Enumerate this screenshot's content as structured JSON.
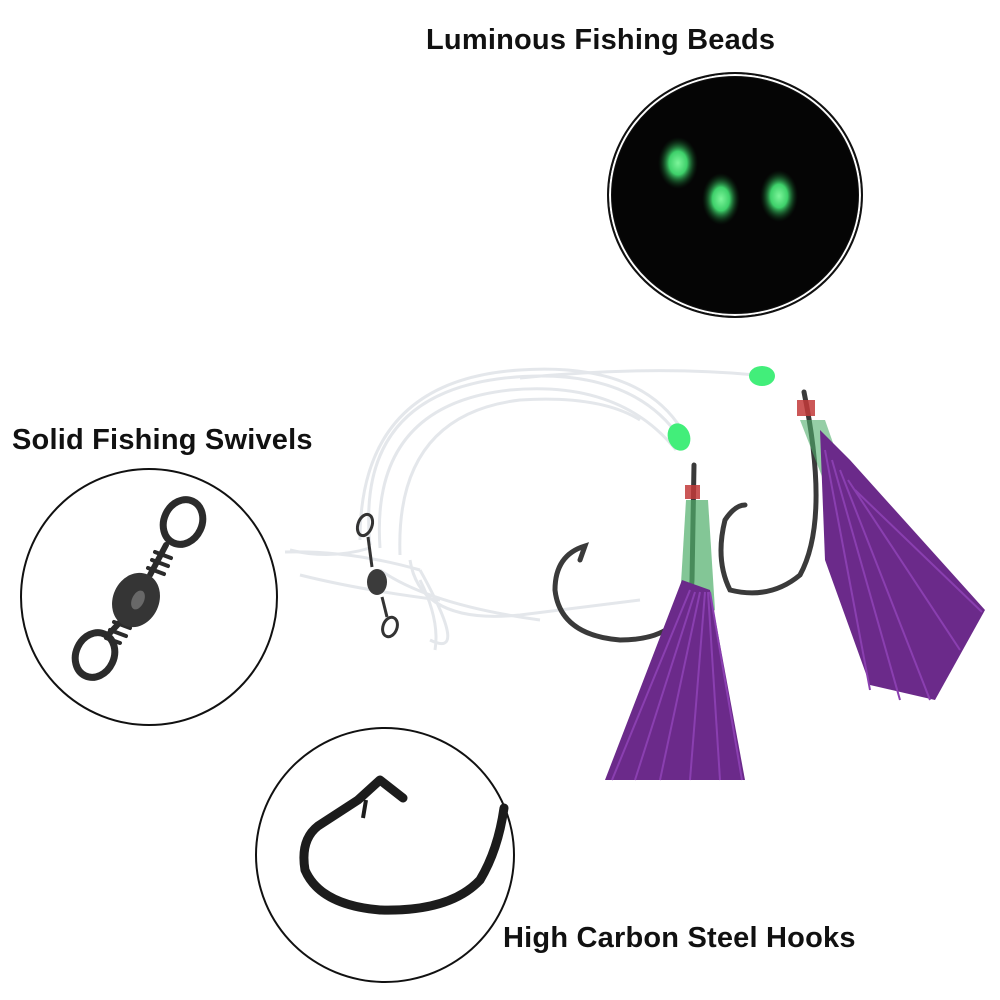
{
  "labels": {
    "beads": "Luminous Fishing Beads",
    "swivels": "Solid Fishing Swivels",
    "hooks": "High Carbon Steel Hooks"
  },
  "colors": {
    "bead_glow": "#4ee07a",
    "bead_solid": "#3ef07a",
    "tinsel": "#6b2a8a",
    "thread": "#c23a3a",
    "line": "#e6e9ec",
    "metal": "#2b2b2b"
  },
  "icons": {
    "beads": "glowing-beads",
    "swivel": "barrel-swivel",
    "hook": "circle-hook"
  }
}
